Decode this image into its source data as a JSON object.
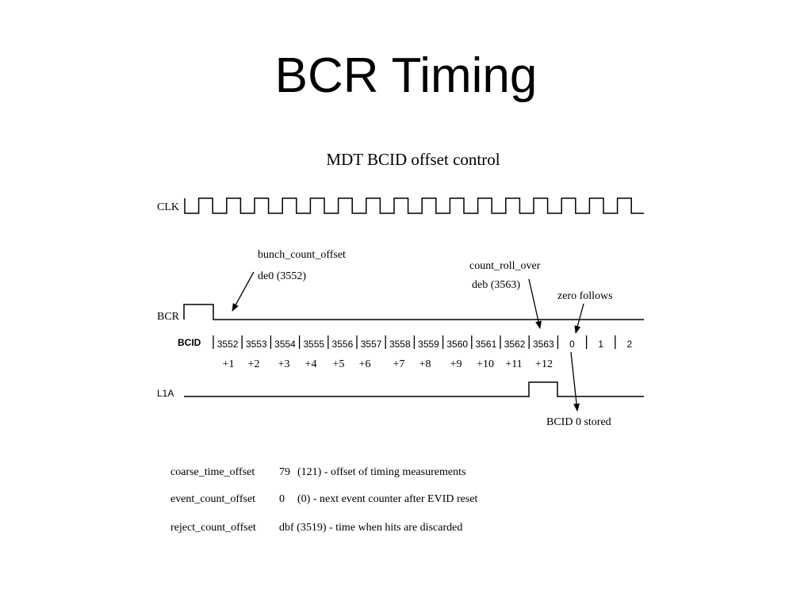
{
  "slide": {
    "title": "BCR Timing"
  },
  "diagram": {
    "title": "MDT BCID offset control",
    "signals": {
      "clk": "CLK",
      "bcr": "BCR",
      "bcid": "BCID",
      "l1a": "L1A"
    },
    "bcid_values": [
      "3552",
      "3553",
      "3554",
      "3555",
      "3556",
      "3557",
      "3558",
      "3559",
      "3560",
      "3561",
      "3562",
      "3563",
      "0",
      "1",
      "2"
    ],
    "increments": [
      "+1",
      "+2",
      "+3",
      "+4",
      "+5",
      "+6",
      "+7",
      "+8",
      "+9",
      "+10",
      "+11",
      "+12"
    ],
    "annotations": {
      "bunch_count_offset": {
        "name": "bunch_count_offset",
        "value": "de0 (3552)"
      },
      "count_roll_over": {
        "name": "count_roll_over",
        "value": "deb (3563)"
      },
      "zero_follows": "zero follows",
      "bcid_stored": "BCID 0 stored"
    },
    "parameters": [
      {
        "name": "coarse_time_offset",
        "value": "79",
        "description": "(121) - offset of timing measurements"
      },
      {
        "name": "event_count_offset",
        "value": "0",
        "description": "(0) - next event counter after EVID reset"
      },
      {
        "name": "reject_count_offset",
        "value": "dbf (3519) - time when hits are discarded",
        "description": ""
      }
    ]
  }
}
